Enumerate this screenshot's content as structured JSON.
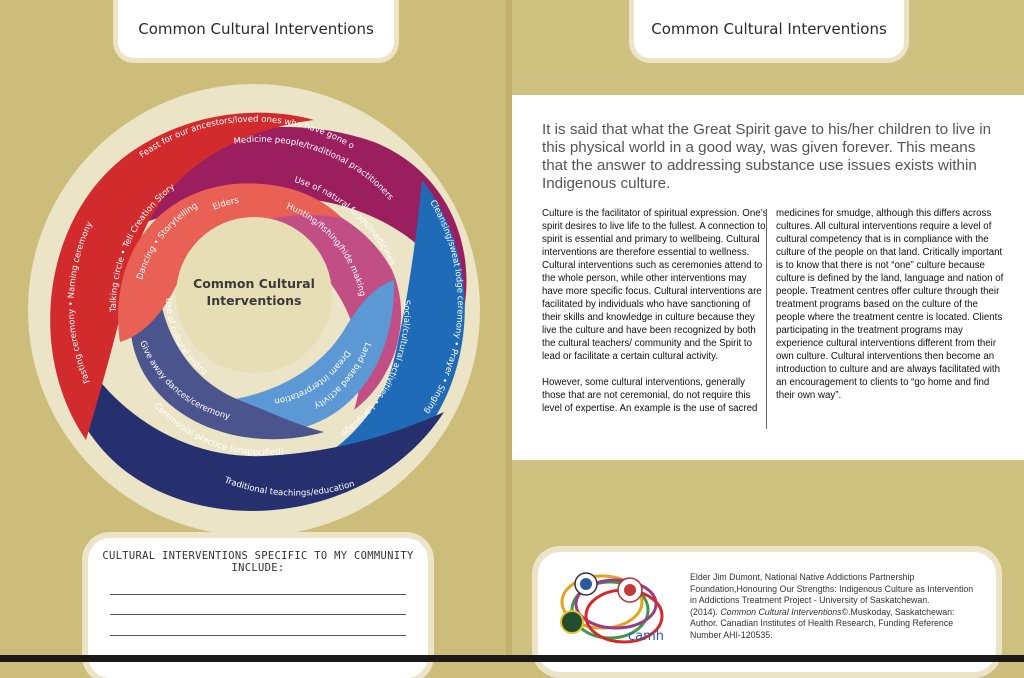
{
  "left_page": {
    "header_title": "Common Cultural Interventions",
    "diagram": {
      "center_title_line1": "Common Cultural",
      "center_title_line2": "Interventions",
      "outer_purple": "Feast for our ancestors/loved ones who have gone on",
      "purple_mid": "Medicine people/traditional practitioners",
      "purple_inner": "Use of natural foods/medicines",
      "pink_inner": "Hunting/fishing/hide making",
      "outer_red": "Fasting ceremony  •  Naming ceremony",
      "red_mid": "Talking circle  •  Tell Creation Story",
      "red_inner": "Dancing  •  Storytelling",
      "salmon_inner": "Elders",
      "outer_blue": "Cleansing/sweat lodge ceremony  •  Prayer  •  Singing",
      "blue_mid": "Social/cultural activities  •  Language",
      "blue_inner": "Land based activity",
      "lightblue_inner": "Dream interpretation",
      "outer_navy": "Traditional teachings/education",
      "navy_mid": "Ceremonial practice (unspecified)",
      "navy_inner": "Give away dances/ceremony",
      "slate_inner": "Use of cultural instruments"
    },
    "community_box_title": "Cultural interventions specific to my community include:"
  },
  "right_page": {
    "header_title": "Common Cultural Interventions",
    "lead": "It is said that what the Great Spirit gave to his/her children to live in this physical world in a good way, was given forever. This means that the answer to addressing substance use issues exists within Indigenous culture.",
    "col1_p1": "Culture is the facilitator of spiritual expression. One’s spirit desires to live life to the fullest. A connection to spirit is essential and primary to wellbeing. Cultural interventions are therefore essential to wellness. Cultural interventions such as ceremonies attend to the whole person, while other interventions may have more specific focus. Cultural interventions are facilitated by individuals who have sanctioning of their skills and knowledge in culture because they live the culture and have been recognized by both the cultural teachers/ community and the Spirit to lead or facilitate a certain cultural activity.",
    "col1_p2": "However, some cultural interventions, generally those that are not ceremonial, do not require this level of expertise. An example is the use of sacred",
    "col2_p1": "medicines for smudge, although this differs across cultures. All cultural interventions require a level of cultural competency that is in compliance with the culture of the people on that land. Critically important is to know that there is not “one” culture because culture is defined by the land, language and nation of people. Treatment centres offer culture through their treatment programs based on the culture of the people where the treatment centre is located. Clients participating in the treatment programs may experience cultural interventions different from their own culture. Cultural interventions then become an introduction to culture and are always facilitated with an encouragement to clients to “go home and find their own way”.",
    "citation_1": "Elder Jim Dumont, National Native Addictions Partnership Foundation,Honouring Our Strengths: Indigenous Culture as Intervention in Addictions Treatment Project - University of Saskatchewan.",
    "citation_2a": "(2014). ",
    "citation_2_italic": "Common Cultural Interventions",
    "citation_2b": "©.Muskoday, Saskatchewan: Author. Canadian Institutes of Health Research, Funding Reference Number AHI-120535.",
    "logo_text": "camh"
  },
  "colors": {
    "background": "#cdbd7b",
    "purple": "#9b1f5e",
    "red": "#d22b2e",
    "blue": "#1f6bb8",
    "navy": "#27306e",
    "ring": "#ebe4c6"
  }
}
